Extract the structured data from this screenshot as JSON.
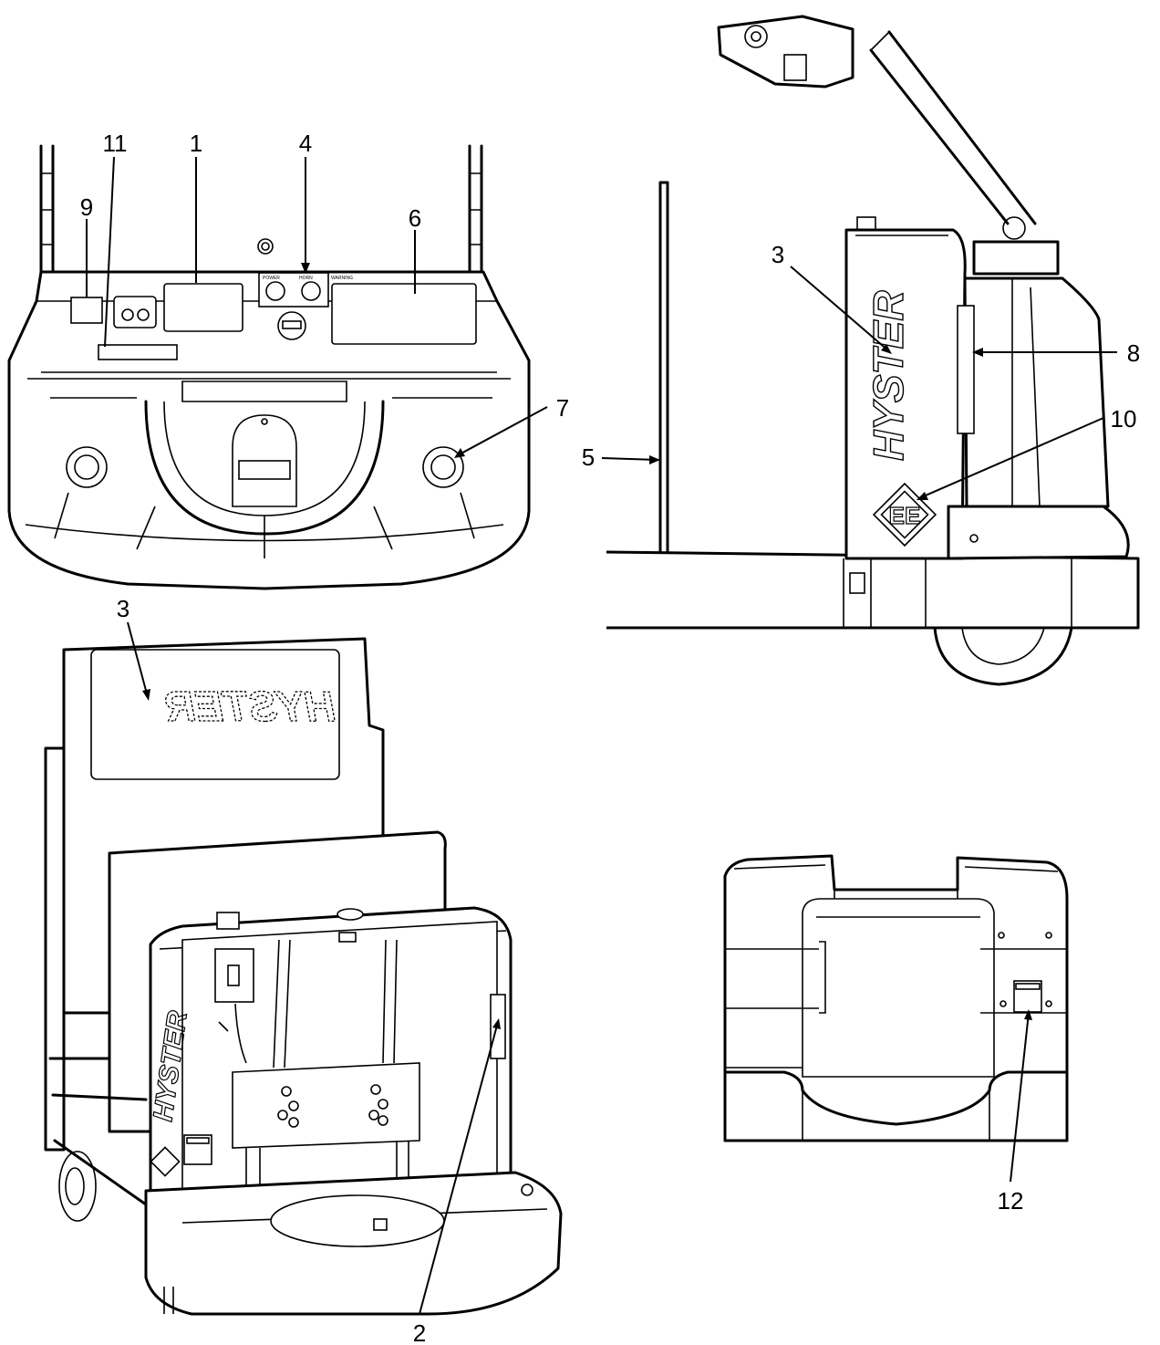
{
  "callouts": {
    "c1": "1",
    "c2": "2",
    "c3_top": "3",
    "c3_bottom": "3",
    "c4": "4",
    "c5": "5",
    "c6": "6",
    "c7": "7",
    "c8": "8",
    "c9": "9",
    "c10": "10",
    "c11": "11",
    "c12": "12"
  },
  "decals": {
    "brand_side": "HYSTER",
    "brand_mirrored": "HYSTER",
    "brand_bottom": "HYSTER",
    "ee_badge": "EE",
    "warning_label": "WARNING",
    "panel_text_power": "POWER",
    "panel_text_horn": "HORN"
  },
  "colors": {
    "line": "#000000",
    "background": "#ffffff"
  }
}
